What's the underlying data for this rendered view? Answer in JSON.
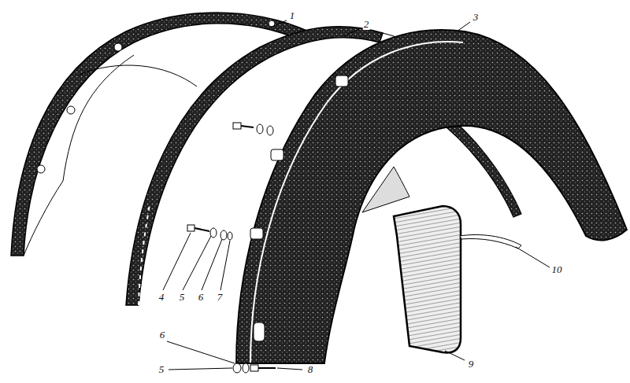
{
  "diagram": {
    "labels": [
      "1",
      "2",
      "3",
      "4",
      "5",
      "6",
      "7",
      "6",
      "5",
      "8",
      "9",
      "10"
    ]
  }
}
